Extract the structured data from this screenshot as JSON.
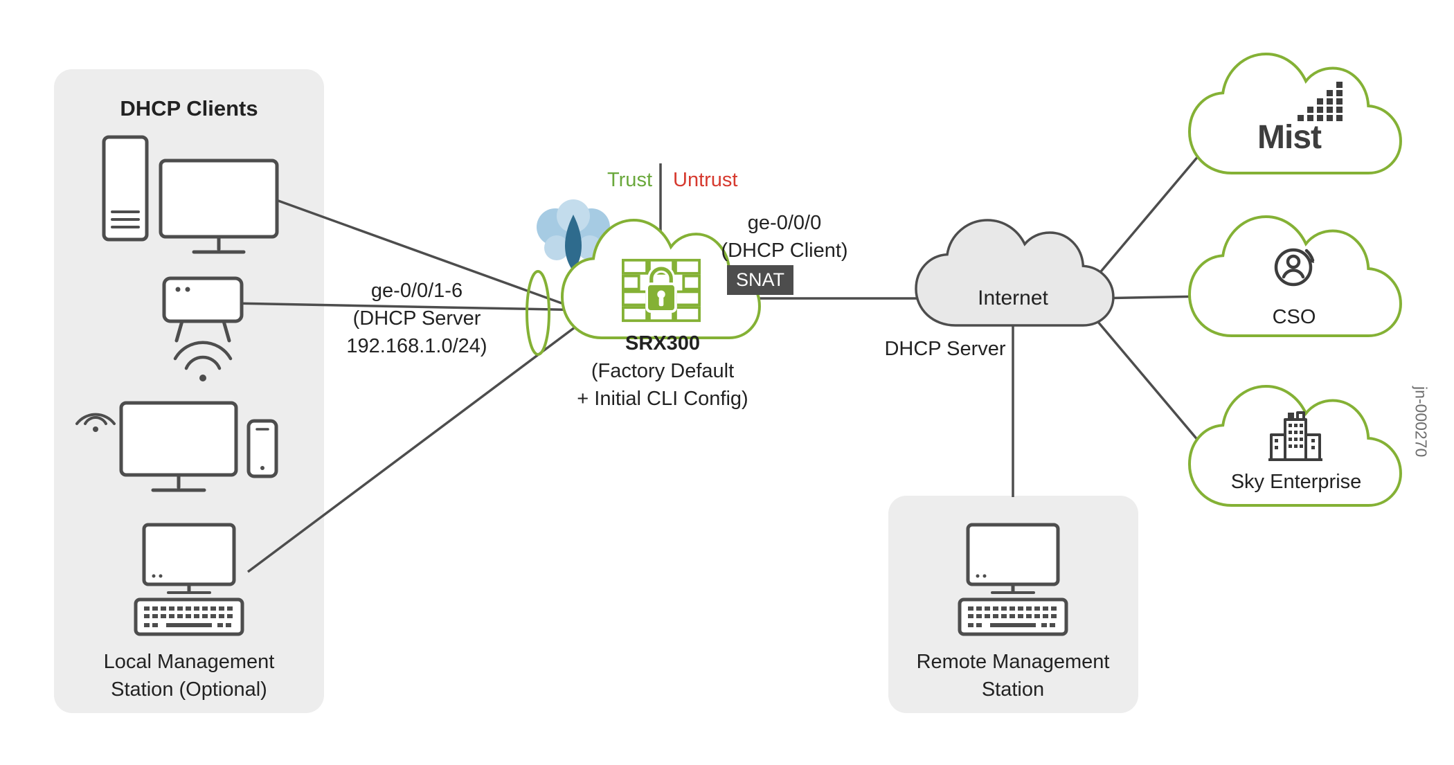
{
  "colors": {
    "green": "#84b135",
    "trust_green": "#6aa83c",
    "untrust_red": "#d63a2f",
    "line_dark": "#4d4d4d",
    "panel_gray": "#ededed",
    "internet_cloud_fill": "#e8e8e8",
    "snat_bg": "#4d4d4d",
    "text": "#222222",
    "juniper_light_blue": "#a6cbe3",
    "juniper_dark_blue": "#2e6b8d",
    "logo_dark": "#3d3d3d",
    "watermark_gray": "#6e6e6e"
  },
  "left_panel": {
    "title": "DHCP Clients",
    "local_station": {
      "line1": "Local Management",
      "line2": "Station (Optional)"
    }
  },
  "zones": {
    "trust": "Trust",
    "untrust": "Untrust"
  },
  "links": {
    "lan_interface": {
      "line1": "ge-0/0/1-6",
      "line2": "(DHCP Server",
      "line3": "192.168.1.0/24)"
    },
    "wan_interface": {
      "line1": "ge-0/0/0",
      "line2": "(DHCP Client)"
    },
    "snat_label": "SNAT"
  },
  "srx": {
    "line1": "SRX300",
    "line2": "(Factory Default",
    "line3": "+ Initial CLI Config)"
  },
  "internet": {
    "label": "Internet",
    "dhcp_server": "DHCP Server"
  },
  "remote_panel": {
    "line1": "Remote Management",
    "line2": "Station"
  },
  "cloud_services": {
    "mist": "Mist",
    "cso": "CSO",
    "sky": "Sky Enterprise"
  },
  "figure_id": "jn-000270",
  "icons": {
    "left_devices": [
      "desktop-computer-icon",
      "wireless-access-point-icon",
      "monitor-and-phone-icon",
      "management-station-icon"
    ],
    "remote_device": "management-station-icon",
    "srx_device": "firewall-lock-icon",
    "vendor_logo": "juniper-logo-icon",
    "mist_logo": "mist-dots-icon",
    "cso_icon": "service-person-icon",
    "sky_icon": "enterprise-building-icon"
  }
}
